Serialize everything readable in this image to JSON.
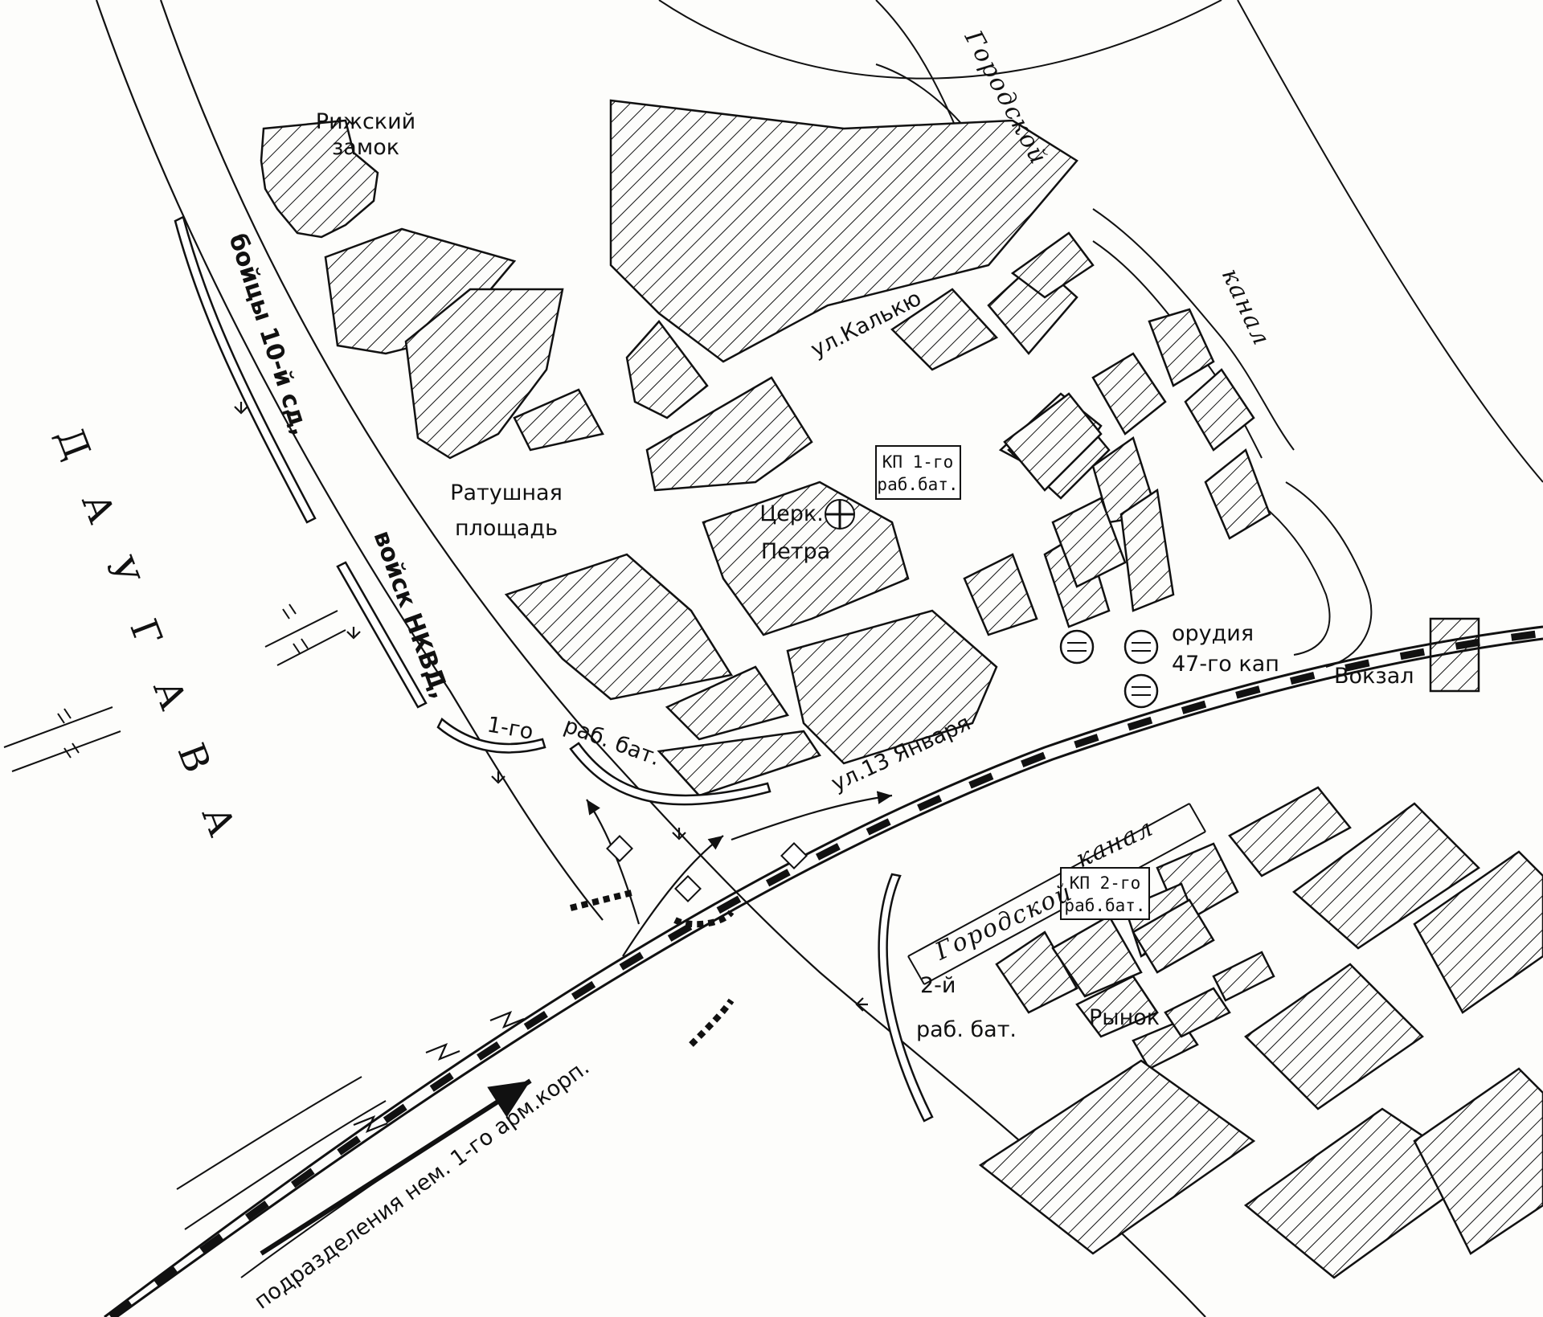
{
  "colors": {
    "ink": "#111111",
    "paper": "#fdfdfb"
  },
  "labels": {
    "riga_castle_line1": "Рижский",
    "riga_castle_line2": "замок",
    "ratusha_line1": "Ратушная",
    "ratusha_line2": "площадь",
    "church_line1": "Церк.",
    "church_line2": "Петра",
    "kp1_line1": "КП 1-го",
    "kp1_line2": "раб.бат.",
    "kp2_line1": "КП 2-го",
    "kp2_line2": "раб.бат.",
    "street_kalku": "ул.Калькю",
    "street_13jan": "ул.13 Января",
    "canal_gorodskoy_top": "Городской",
    "canal_kanal_right": "канал",
    "canal_kanal_bottom": "канал",
    "canal_gorodskoy_bottom": "Городской",
    "guns_line1": "орудия",
    "guns_line2": "47-го кап",
    "station": "Вокзал",
    "market": "Рынок",
    "river": "ДАУГАВА",
    "unit_10_sd": "бойцы 10-й сд,",
    "unit_nkvd": "войск НКВД,",
    "unit_1_bat_a": "1-го",
    "unit_1_bat_b": "раб. бат.",
    "unit_2_bat_line1": "2-й",
    "unit_2_bat_line2": "раб. бат.",
    "german_units": "подразделения нем. 1-го арм.корп."
  }
}
